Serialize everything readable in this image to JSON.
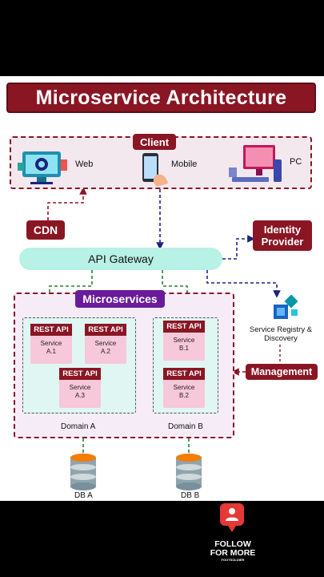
{
  "title": "Microservice Architecture",
  "client": {
    "label": "Client",
    "items": [
      {
        "label": "Web",
        "icon": "web-monitor-icon"
      },
      {
        "label": "Mobile",
        "icon": "mobile-phone-icon"
      },
      {
        "label": "PC",
        "icon": "desktop-pc-icon"
      }
    ]
  },
  "cdn": "CDN",
  "identity_provider": [
    "Identity",
    "Provider"
  ],
  "api_gateway": "API Gateway",
  "microservices": {
    "label": "Microservices",
    "domains": [
      {
        "label": "Domain A",
        "services": [
          {
            "header": "REST API",
            "name": "Service",
            "id": "A.1"
          },
          {
            "header": "REST API",
            "name": "Service",
            "id": "A.2"
          },
          {
            "header": "REST API",
            "name": "Service",
            "id": "A.3"
          }
        ]
      },
      {
        "label": "Domain B",
        "services": [
          {
            "header": "REST API",
            "name": "Service",
            "id": "B.1"
          },
          {
            "header": "REST API",
            "name": "Service",
            "id": "B.2"
          }
        ]
      }
    ]
  },
  "service_registry": [
    "Service Registry &",
    "Discovery"
  ],
  "management": "Management",
  "databases": [
    "DB A",
    "DB B"
  ],
  "follow": [
    "FOLLOW",
    "FOR MORE"
  ],
  "follow_brand": "FOOTSOLDIER",
  "colors": {
    "maroon": "#8a1624",
    "teal": "#b8f1e5",
    "purple": "#6a1b9a",
    "pink": "#f6c8d9",
    "navy": "#1a237e",
    "green": "#2e7d32"
  }
}
